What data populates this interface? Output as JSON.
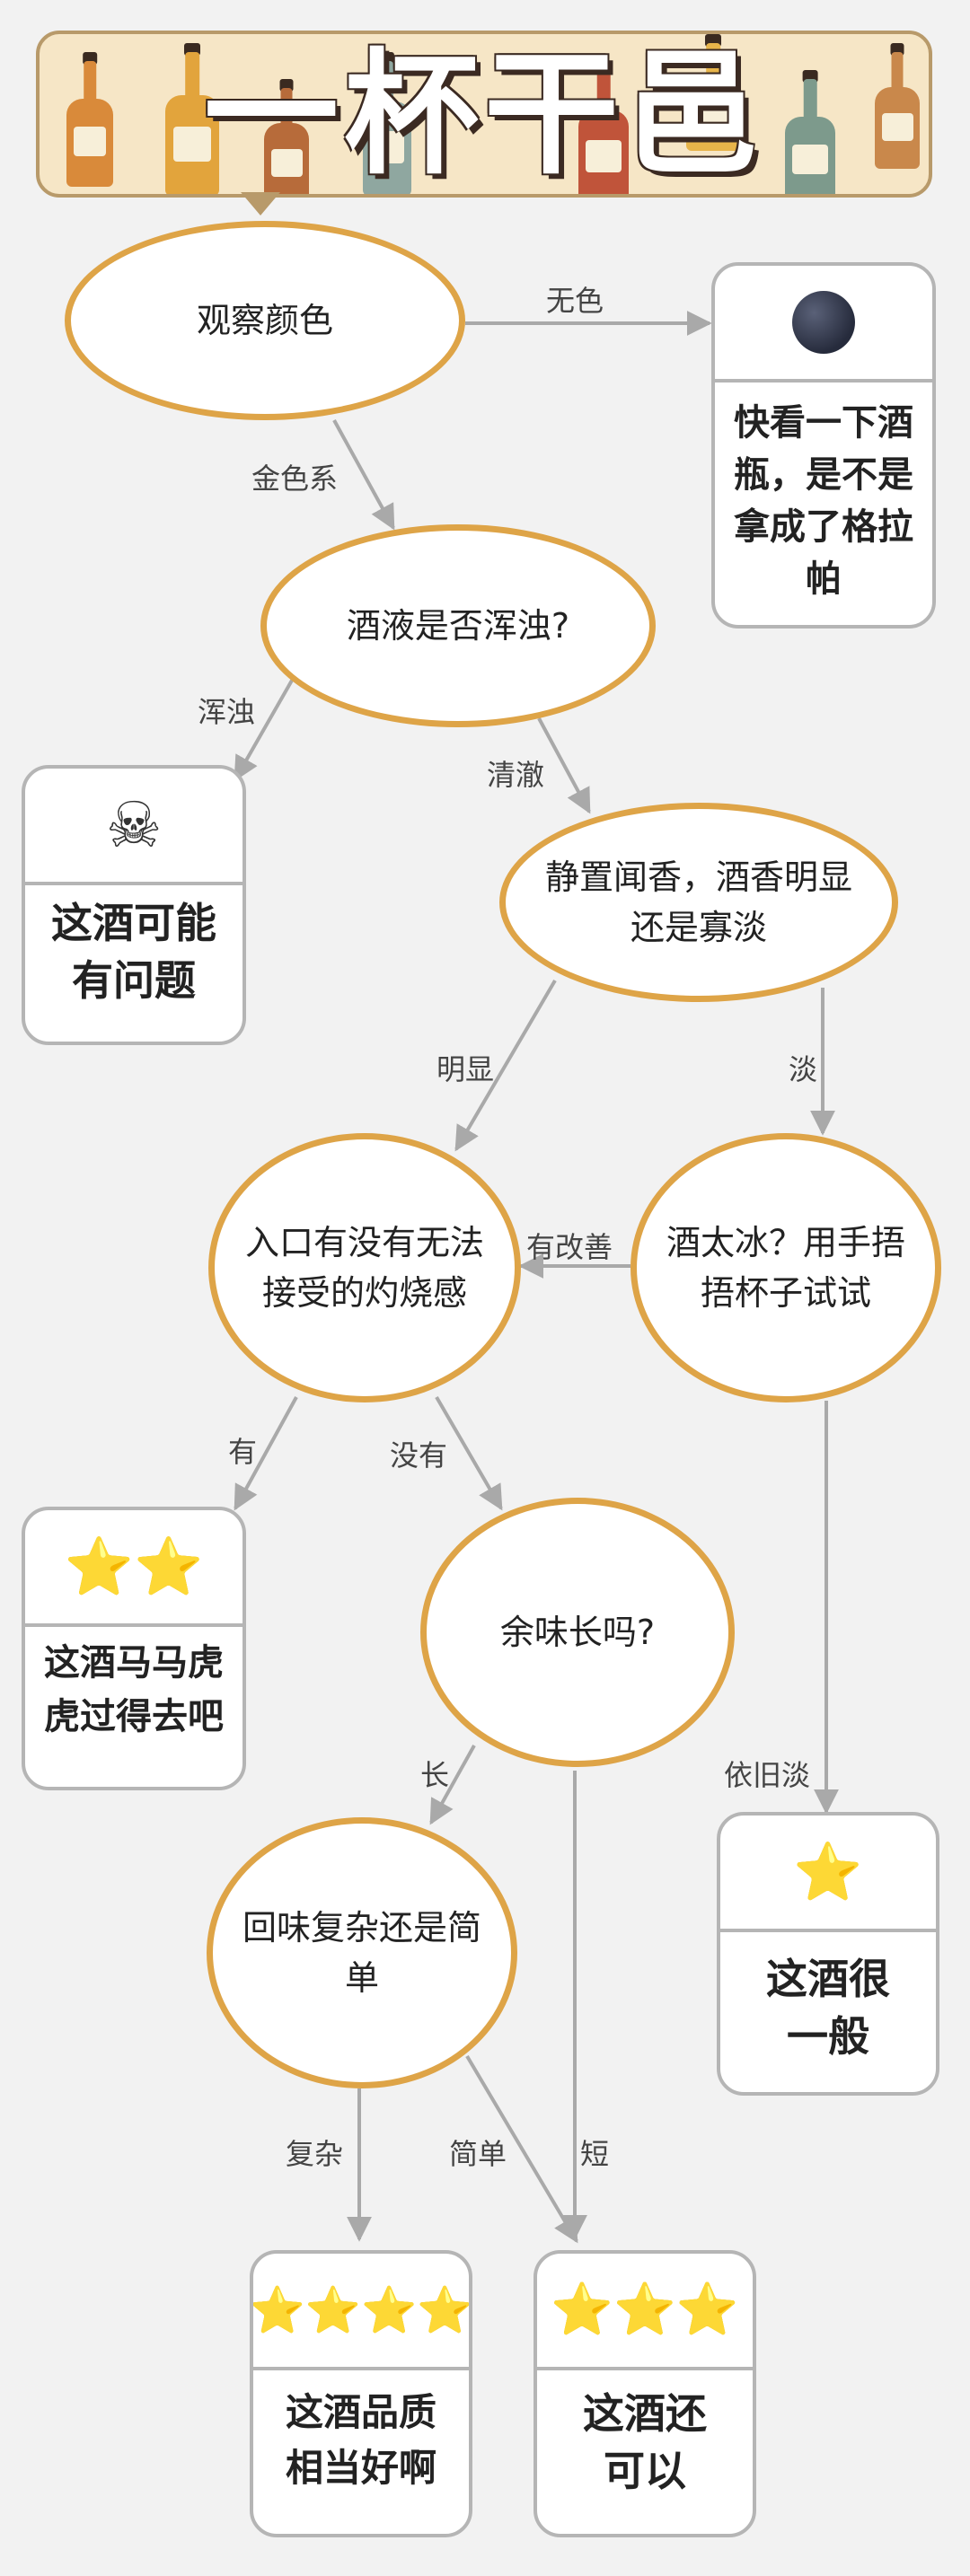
{
  "banner": {
    "title": "一杯干邑"
  },
  "nodes": {
    "observe": "观察颜色",
    "turbid": "酒液是否浑浊?",
    "aroma": "静置闻香，酒香明显还是寡淡",
    "burn": "入口有没有无法接受的灼烧感",
    "cold": "酒太冰？用手捂捂杯子试试",
    "finish": "余味长吗?",
    "complex": "回味复杂还是简单"
  },
  "edges": {
    "colorless": "无色",
    "golden": "金色系",
    "turbid": "浑浊",
    "clear": "清澈",
    "obvious": "明显",
    "faint": "淡",
    "improved": "有改善",
    "still_faint": "依旧淡",
    "yes": "有",
    "no": "没有",
    "long": "长",
    "short": "短",
    "complex": "复杂",
    "simple": "简单"
  },
  "results": {
    "grappa": {
      "icon": "new-moon-face-icon",
      "text": "快看一下酒瓶，是不是拿成了格拉帕"
    },
    "problem": {
      "icon": "skull-crossbones-icon",
      "text": "这酒可能有问题"
    },
    "two_star": {
      "icon": "star-icon",
      "stars": "⭐⭐",
      "rating": 2,
      "text": "这酒马马虎虎过得去吧"
    },
    "one_star": {
      "icon": "star-icon",
      "stars": "⭐",
      "rating": 1,
      "text": "这酒很一般"
    },
    "four_star": {
      "icon": "star-icon",
      "stars": "⭐⭐⭐⭐",
      "rating": 4,
      "text": "这酒品质相当好啊"
    },
    "three_star": {
      "icon": "star-icon",
      "stars": "⭐⭐⭐",
      "rating": 3,
      "text": "这酒还可以"
    }
  },
  "colors": {
    "node_border": "#dea447",
    "card_border": "#b5b5b5",
    "arrow": "#a9a9a9"
  }
}
